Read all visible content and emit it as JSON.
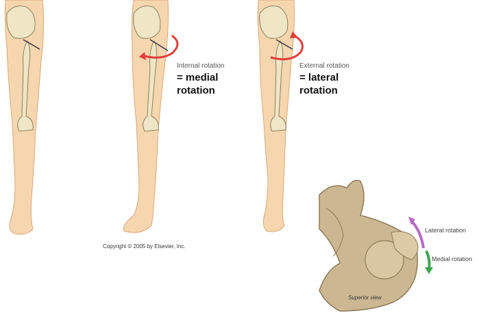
{
  "panels": [
    {
      "id": "neutral"
    },
    {
      "id": "internal",
      "caption_small": "Internal rotation",
      "caption_bold_1": "= medial",
      "caption_bold_2": "rotation"
    },
    {
      "id": "external",
      "caption_small": "External rotation",
      "caption_bold_1": "= lateral",
      "caption_bold_2": "rotation"
    }
  ],
  "copyright": "Copyright © 2005 by Elsevier, Inc.",
  "pelvis": {
    "lateral_label": "Lateral rotation",
    "medial_label": "Medial rotation",
    "view_label": "Superior view"
  },
  "colors": {
    "skin": "#f6d6ae",
    "skin_outline": "#d9a877",
    "bone": "#efe6c6",
    "bone_outline": "#8a7f5f",
    "arrow_red": "#e23b3b",
    "arrow_purple": "#b56ac4",
    "arrow_green": "#3fa650",
    "pelvis_bone": "#cbb892",
    "pelvis_shadow": "#8d7a58"
  }
}
